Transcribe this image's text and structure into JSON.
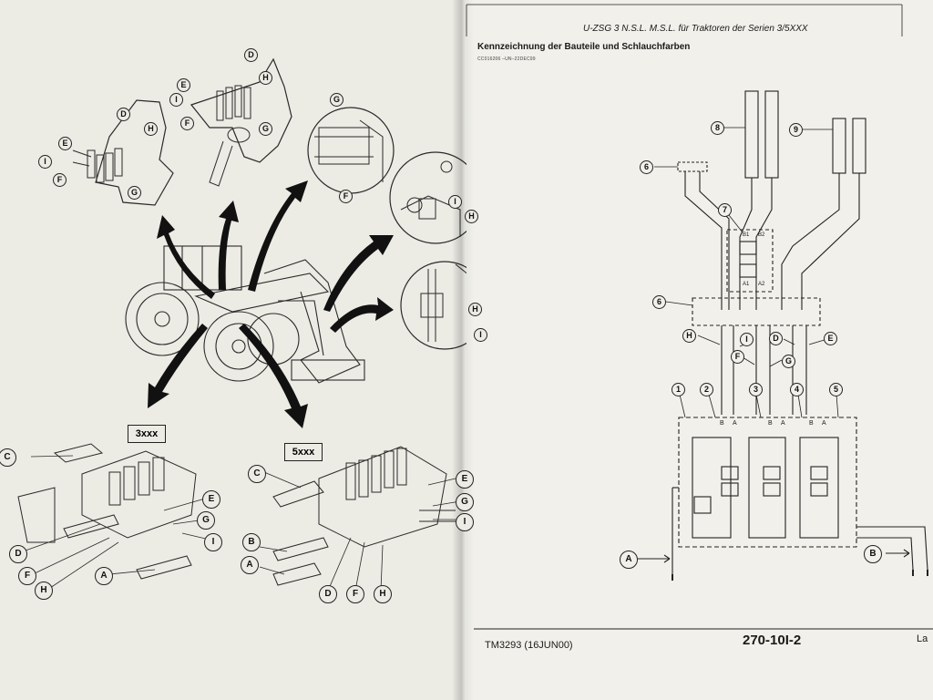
{
  "header": {
    "title": "U-ZSG 3 N.S.L. M.S.L. für Traktoren der Serien 3/5XXX",
    "section_title": "Kennzeichnung der Bauteile und Schlauchfarben",
    "ref_code": "CC016206 –UN–22DEC99"
  },
  "variants": [
    "3xxx",
    "5xxx"
  ],
  "left_labels": {
    "top_left": [
      "D",
      "E",
      "I",
      "H",
      "F",
      "G"
    ],
    "top_mid": [
      "D",
      "E",
      "I",
      "H",
      "F",
      "G"
    ],
    "detail_1": [
      "G",
      "F"
    ],
    "detail_2": [
      "I",
      "H"
    ],
    "detail_3": [
      "H",
      "I"
    ],
    "bottom_3xxx": [
      "C",
      "E",
      "G",
      "I",
      "D",
      "F",
      "H",
      "A"
    ],
    "bottom_5xxx": [
      "C",
      "E",
      "G",
      "I",
      "B",
      "A",
      "D",
      "F",
      "H"
    ]
  },
  "schematic": {
    "numbers": [
      "1",
      "2",
      "3",
      "4",
      "5",
      "6",
      "6",
      "7",
      "8",
      "9"
    ],
    "letters": [
      "H",
      "I",
      "F",
      "G",
      "D",
      "E",
      "A",
      "B"
    ],
    "port_labels": [
      "B1",
      "B2",
      "A1",
      "A2",
      "B",
      "A",
      "B",
      "A",
      "B",
      "A"
    ]
  },
  "footer": {
    "doc": "TM3293  (16JUN00)",
    "page": "270-10I-2",
    "cut": "La"
  }
}
